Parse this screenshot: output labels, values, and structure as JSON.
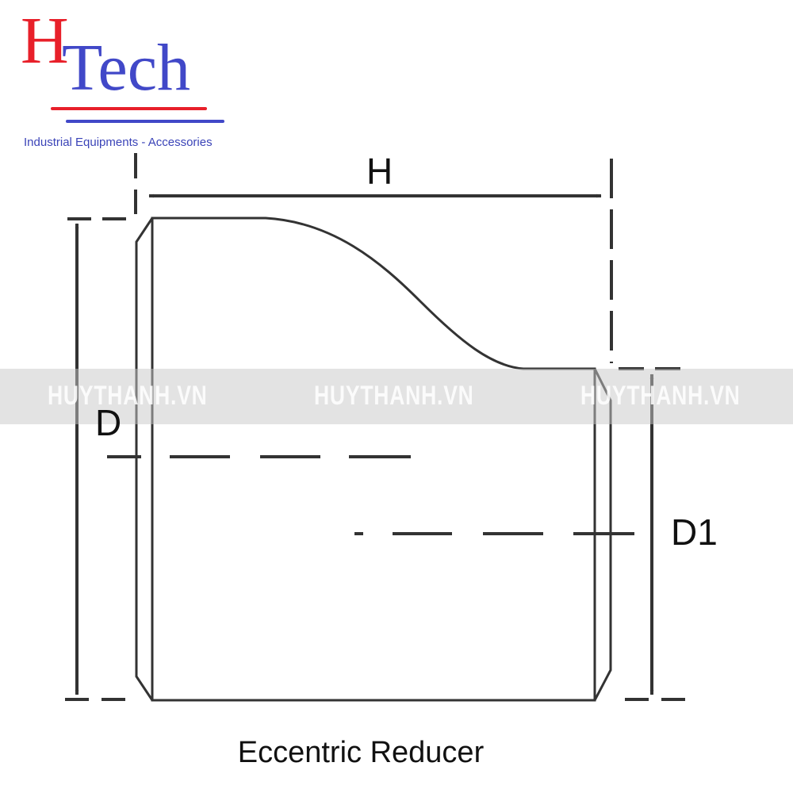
{
  "logo": {
    "letter_h": "H",
    "word_tech": "Tech",
    "tagline": "Industrial Equipments - Accessories",
    "colors": {
      "red": "#e8202a",
      "blue": "#4148c8"
    }
  },
  "watermark": {
    "text": [
      "HUYTHANH.VN",
      "HUYTHANH.VN",
      "HUYTHANH.VN"
    ]
  },
  "diagram": {
    "labels": {
      "length": "H",
      "large_diameter": "D",
      "small_diameter": "D1"
    },
    "caption": "Eccentric Reducer",
    "line_color": "#333333"
  }
}
